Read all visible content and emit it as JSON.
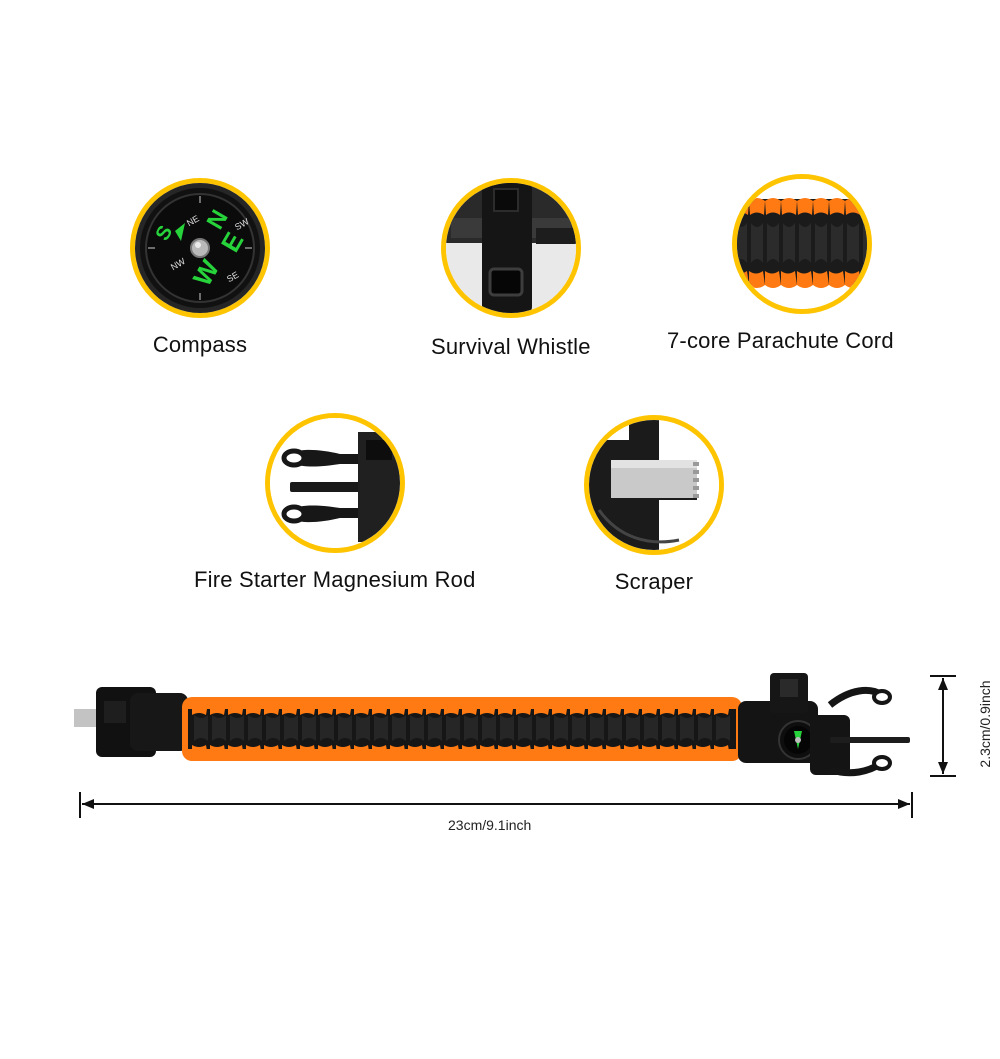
{
  "features": [
    {
      "id": "compass",
      "label": "Compass",
      "icon": "compass-icon"
    },
    {
      "id": "whistle",
      "label": "Survival Whistle",
      "icon": "whistle-icon"
    },
    {
      "id": "cord",
      "label": "7-core Parachute Cord",
      "icon": "parachute-cord-icon"
    },
    {
      "id": "fire",
      "label": "Fire Starter Magnesium Rod",
      "icon": "fire-starter-icon"
    },
    {
      "id": "scraper",
      "label": "Scraper",
      "icon": "scraper-icon"
    }
  ],
  "compass_letters": {
    "n": "N",
    "e": "E",
    "s": "S",
    "w": "W",
    "ne": "NE",
    "nw": "NW",
    "se": "SE",
    "sw": "SW"
  },
  "dimensions": {
    "length": "23cm/9.1inch",
    "width": "2.3cm/0.9inch"
  },
  "colors": {
    "ring": "#ffc400",
    "cord_orange": "#ff7a12",
    "cord_black": "#1a1a1a",
    "compass_green": "#27d33a"
  }
}
